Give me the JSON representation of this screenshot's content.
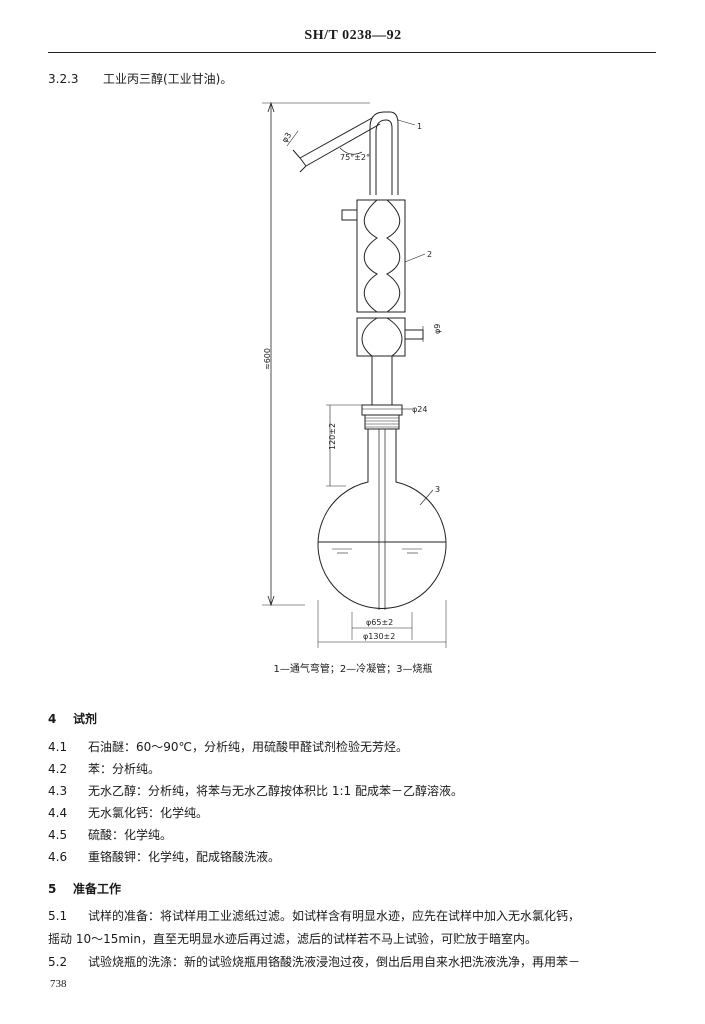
{
  "header": {
    "standard_code": "SH/T 0238—92"
  },
  "section_3_2_3": {
    "number": "3.2.3",
    "text": "工业丙三醇(工业甘油)。"
  },
  "figure": {
    "angle_label": "75°±2°",
    "dimension_height": "≈600",
    "dimension_neck": "120±2",
    "dimension_joint": "φ24",
    "dimension_tube": "φ9",
    "dimension_bottom": "φ65±2",
    "dimension_diameter": "φ130±2",
    "callout_1": "1",
    "callout_2": "2",
    "callout_3": "3",
    "callout_small": "φ3",
    "caption": "1—通气弯管；2—冷凝管；3—烧瓶"
  },
  "section_4": {
    "number": "4",
    "title": "试剂",
    "items": [
      {
        "number": "4.1",
        "text": "石油醚：60～90℃，分析纯，用硫酸甲醛试剂检验无芳烃。"
      },
      {
        "number": "4.2",
        "text": "苯：分析纯。"
      },
      {
        "number": "4.3",
        "text": "无水乙醇：分析纯，将苯与无水乙醇按体积比 1:1 配成苯－乙醇溶液。"
      },
      {
        "number": "4.4",
        "text": "无水氯化钙：化学纯。"
      },
      {
        "number": "4.5",
        "text": "硫酸：化学纯。"
      },
      {
        "number": "4.6",
        "text": "重铬酸钾：化学纯，配成铬酸洗液。"
      }
    ]
  },
  "section_5": {
    "number": "5",
    "title": "准备工作",
    "p1_number": "5.1",
    "p1_line1": "试样的准备：将试样用工业滤纸过滤。如试样含有明显水迹，应先在试样中加入无水氯化钙，",
    "p1_line2": "摇动 10～15min，直至无明显水迹后再过滤，滤后的试样若不马上试验，可贮放于暗室内。",
    "p2_number": "5.2",
    "p2_line1": "试验烧瓶的洗涤：新的试验烧瓶用铬酸洗液浸泡过夜，倒出后用自来水把洗液洗净，再用苯－"
  },
  "page_number": "738"
}
